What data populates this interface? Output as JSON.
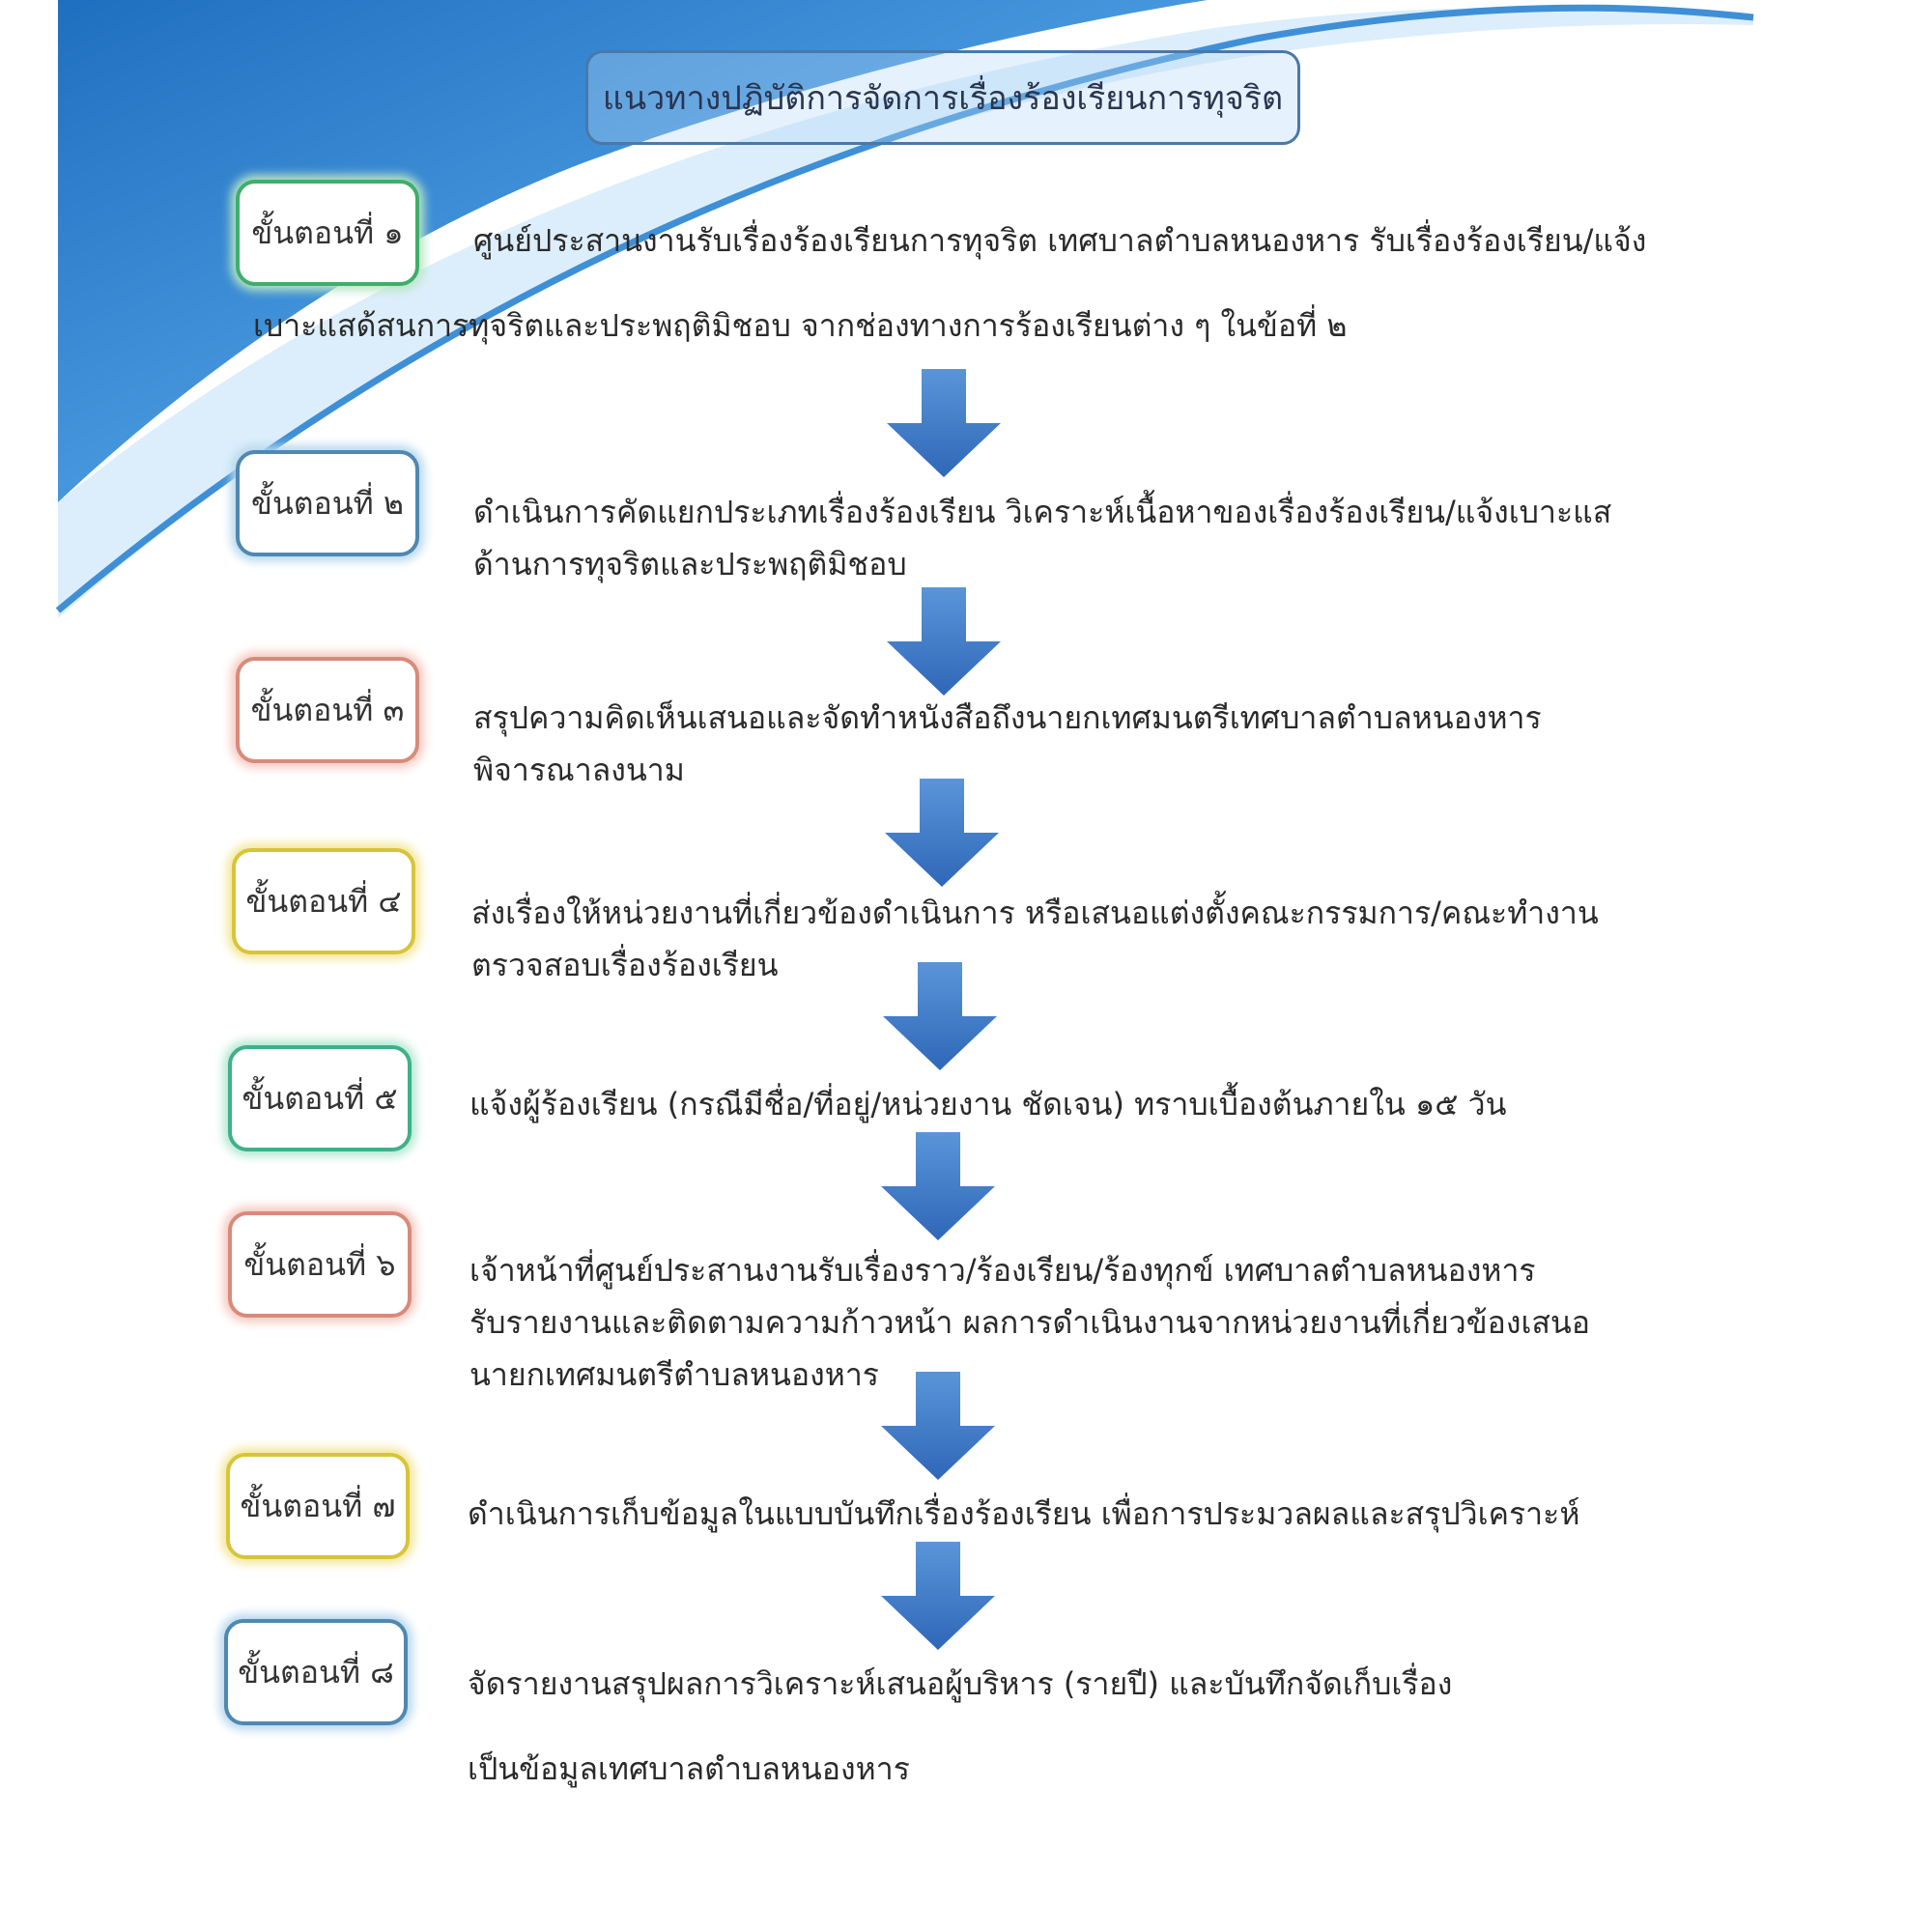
{
  "title": "แนวทางปฏิบัติการจัดการเรื่องร้องเรียนการทุจริต",
  "colors": {
    "wave": "#3f8fd6",
    "wave_light": "#9fcdf2",
    "arrow": "#3f78c8",
    "step_borders": [
      "#3fae6a",
      "#4f88b0",
      "#d98a7a",
      "#d8c43a",
      "#3fb08a",
      "#d98a7a",
      "#d8c43a",
      "#4f88b0"
    ],
    "step_glows": [
      "#b8e6c4",
      "#b7d8ee",
      "#f6c9c0",
      "#f3e79a",
      "#b3e8d2",
      "#f6c9c0",
      "#f3e79a",
      "#b7d8ee"
    ]
  },
  "steps": [
    {
      "label": "ขั้นตอนที่ ๑",
      "lines": [
        "ศูนย์ประสานงานรับเรื่องร้องเรียนการทุจริต เทศบาลตำบลหนองหาร รับเรื่องร้องเรียน/แจ้ง",
        "เบาะแสด้สนการทุจริตและประพฤติมิชอบ จากช่องทางการร้องเรียนต่าง ๆ ในข้อที่ ๒"
      ]
    },
    {
      "label": "ขั้นตอนที่ ๒",
      "lines": [
        "ดำเนินการคัดแยกประเภทเรื่องร้องเรียน วิเคราะห์เนื้อหาของเรื่องร้องเรียน/แจ้งเบาะแส",
        "ด้านการทุจริตและประพฤติมิชอบ"
      ]
    },
    {
      "label": "ขั้นตอนที่ ๓",
      "lines": [
        "สรุปความคิดเห็นเสนอและจัดทำหนังสือถึงนายกเทศมนตรีเทศบาลตำบลหนองหาร",
        "พิจารณาลงนาม"
      ]
    },
    {
      "label": "ขั้นตอนที่ ๔",
      "lines": [
        "ส่งเรื่องให้หน่วยงานที่เกี่ยวข้องดำเนินการ หรือเสนอแต่งตั้งคณะกรรมการ/คณะทำงาน",
        "ตรวจสอบเรื่องร้องเรียน"
      ]
    },
    {
      "label": "ขั้นตอนที่ ๕",
      "lines": [
        "แจ้งผู้ร้องเรียน (กรณีมีชื่อ/ที่อยู่/หน่วยงาน ชัดเจน) ทราบเบื้องต้นภายใน ๑๕ วัน"
      ]
    },
    {
      "label": "ขั้นตอนที่ ๖",
      "lines": [
        "เจ้าหน้าที่ศูนย์ประสานงานรับเรื่องราว/ร้องเรียน/ร้องทุกข์ เทศบาลตำบลหนองหาร",
        "รับรายงานและติดตามความก้าวหน้า ผลการดำเนินงานจากหน่วยงานที่เกี่ยวข้องเสนอ",
        "นายกเทศมนตรีตำบลหนองหาร"
      ]
    },
    {
      "label": "ขั้นตอนที่ ๗",
      "lines": [
        "ดำเนินการเก็บข้อมูลในแบบบันทึกเรื่องร้องเรียน เพื่อการประมวลผลและสรุปวิเคราะห์"
      ]
    },
    {
      "label": "ขั้นตอนที่ ๘",
      "lines": [
        "จัดรายงานสรุปผลการวิเคราะห์เสนอผู้บริหาร (รายปี) และบันทึกจัดเก็บเรื่อง",
        "เป็นข้อมูลเทศบาลตำบลหนองหาร"
      ]
    }
  ]
}
